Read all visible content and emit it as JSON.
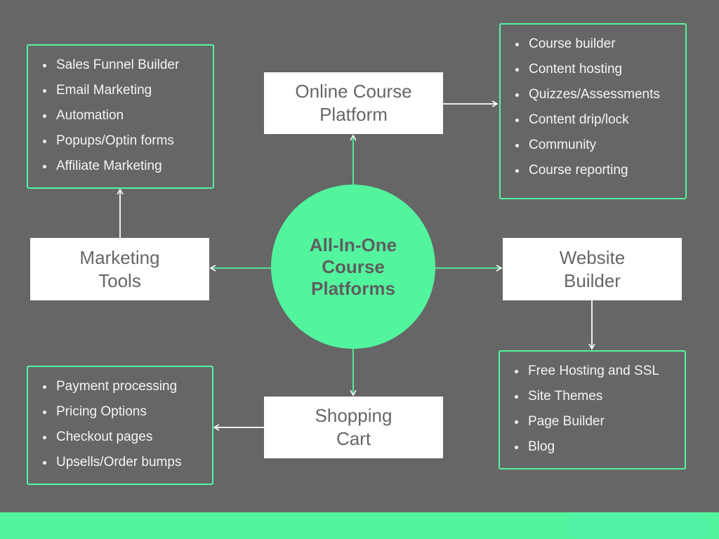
{
  "hub": {
    "label": "All-In-One Course Platforms"
  },
  "nodes": {
    "online_course": "Online Course Platform",
    "marketing": "Marketing Tools",
    "website": "Website Builder",
    "cart": "Shopping Cart"
  },
  "lists": {
    "marketing": [
      "Sales Funnel Builder",
      "Email Marketing",
      "Automation",
      "Popups/Optin forms",
      "Affiliate Marketing"
    ],
    "online_course": [
      "Course builder",
      "Content hosting",
      "Quizzes/Assessments",
      "Content drip/lock",
      "Community",
      "Course reporting"
    ],
    "cart": [
      "Payment processing",
      "Pricing Options",
      "Checkout pages",
      "Upsells/Order bumps"
    ],
    "website": [
      "Free Hosting and SSL",
      "Site Themes",
      "Page Builder",
      "Blog"
    ]
  },
  "colors": {
    "background": "#666666",
    "accent": "#52f59e",
    "node": "#ffffff"
  }
}
